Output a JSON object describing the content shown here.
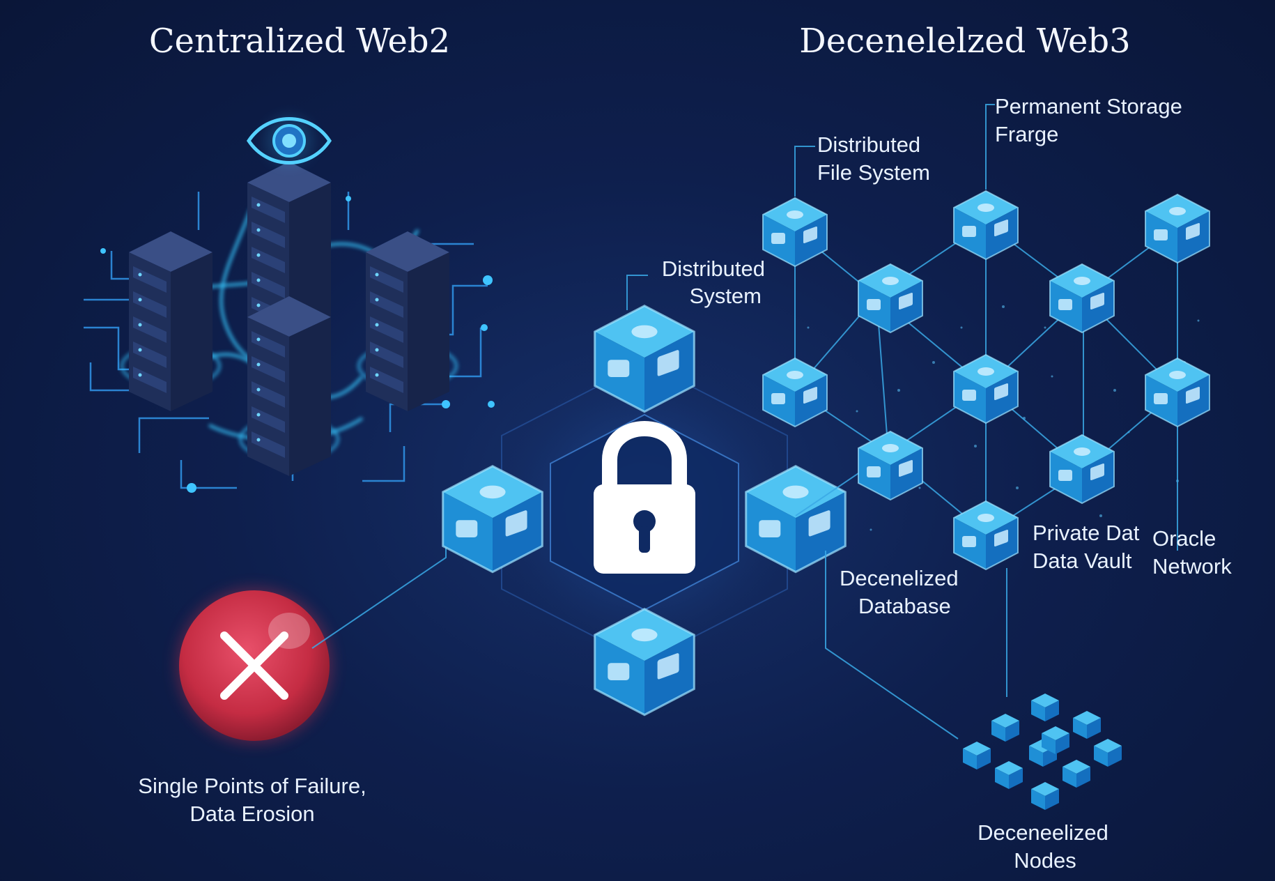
{
  "left_title": "Centralized Web2",
  "right_title": "Decenelelzed Web3",
  "labels": {
    "distributed_file_system": [
      "Distributed",
      "File System"
    ],
    "permanent_storage": [
      "Permanent Storage",
      "Frarge"
    ],
    "distributed_system": [
      "Distributed",
      "System"
    ],
    "decentralized_database": [
      "Decenelized",
      "Database"
    ],
    "private_data_vault": [
      "Private Dat",
      "Data Vault"
    ],
    "oracle_network": [
      "Oracle",
      "Network"
    ],
    "decentralized_nodes": [
      "Deceneelized",
      "Nodes"
    ],
    "failure": [
      "Single Points of Failure,",
      "Data Erosion"
    ]
  },
  "colors": {
    "background": "#0e1f4d",
    "cube": "#2aa3e8",
    "failure": "#d23a4f",
    "accent": "#3fc4ff"
  },
  "icons": [
    "eye-icon",
    "padlock-icon",
    "close-icon",
    "server-icon",
    "cube-node-icon"
  ]
}
